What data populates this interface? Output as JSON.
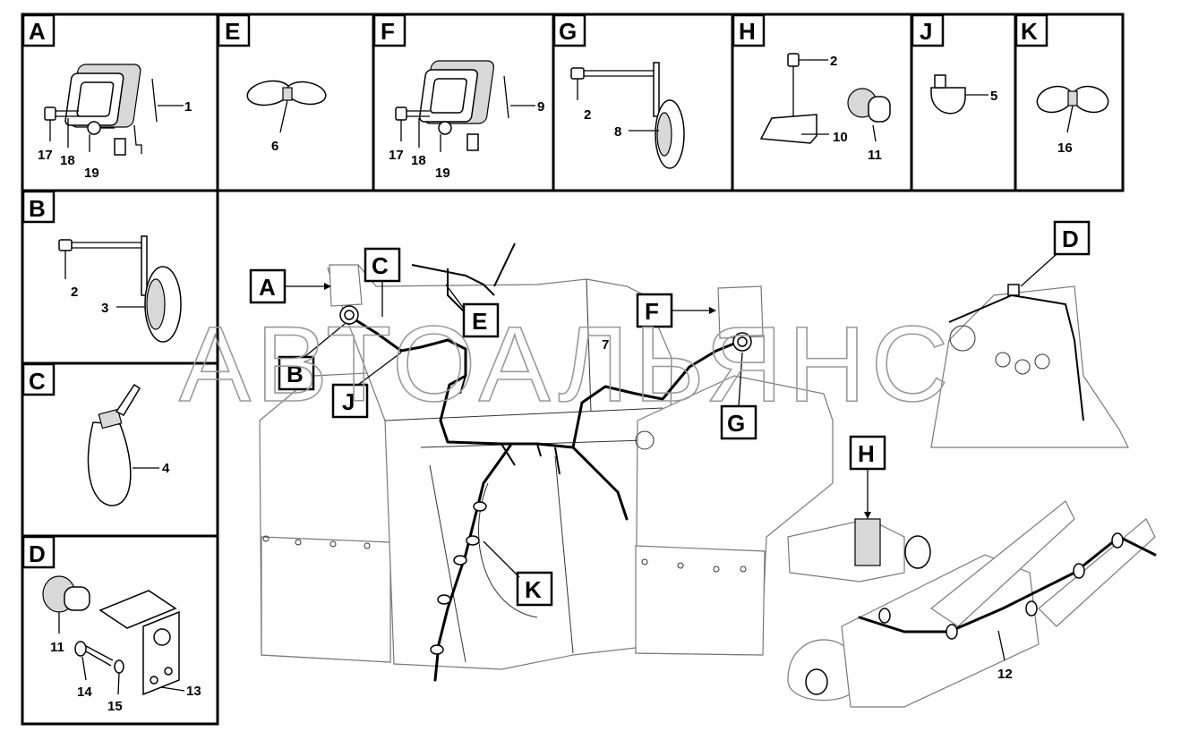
{
  "watermark": "АВТОАЛЬЯНС",
  "panels": [
    {
      "id": "A",
      "letter": "A",
      "numbers": [
        "1",
        "17",
        "18",
        "19"
      ]
    },
    {
      "id": "E",
      "letter": "E",
      "numbers": [
        "6"
      ]
    },
    {
      "id": "F",
      "letter": "F",
      "numbers": [
        "9",
        "17",
        "18",
        "19"
      ]
    },
    {
      "id": "G",
      "letter": "G",
      "numbers": [
        "2",
        "8"
      ]
    },
    {
      "id": "H",
      "letter": "H",
      "numbers": [
        "2",
        "10",
        "11"
      ]
    },
    {
      "id": "J",
      "letter": "J",
      "numbers": [
        "5"
      ]
    },
    {
      "id": "K",
      "letter": "K",
      "numbers": [
        "16"
      ]
    },
    {
      "id": "B",
      "letter": "B",
      "numbers": [
        "2",
        "3"
      ]
    },
    {
      "id": "C",
      "letter": "C",
      "numbers": [
        "4"
      ]
    },
    {
      "id": "D",
      "letter": "D",
      "numbers": [
        "11",
        "14",
        "15",
        "13"
      ]
    }
  ],
  "callouts": {
    "A": "A",
    "B": "B",
    "C": "C",
    "D": "D",
    "E": "E",
    "F": "F",
    "G": "G",
    "H": "H",
    "J": "J",
    "K": "K"
  },
  "main_numbers": {
    "harness": "7",
    "cable": "12"
  }
}
